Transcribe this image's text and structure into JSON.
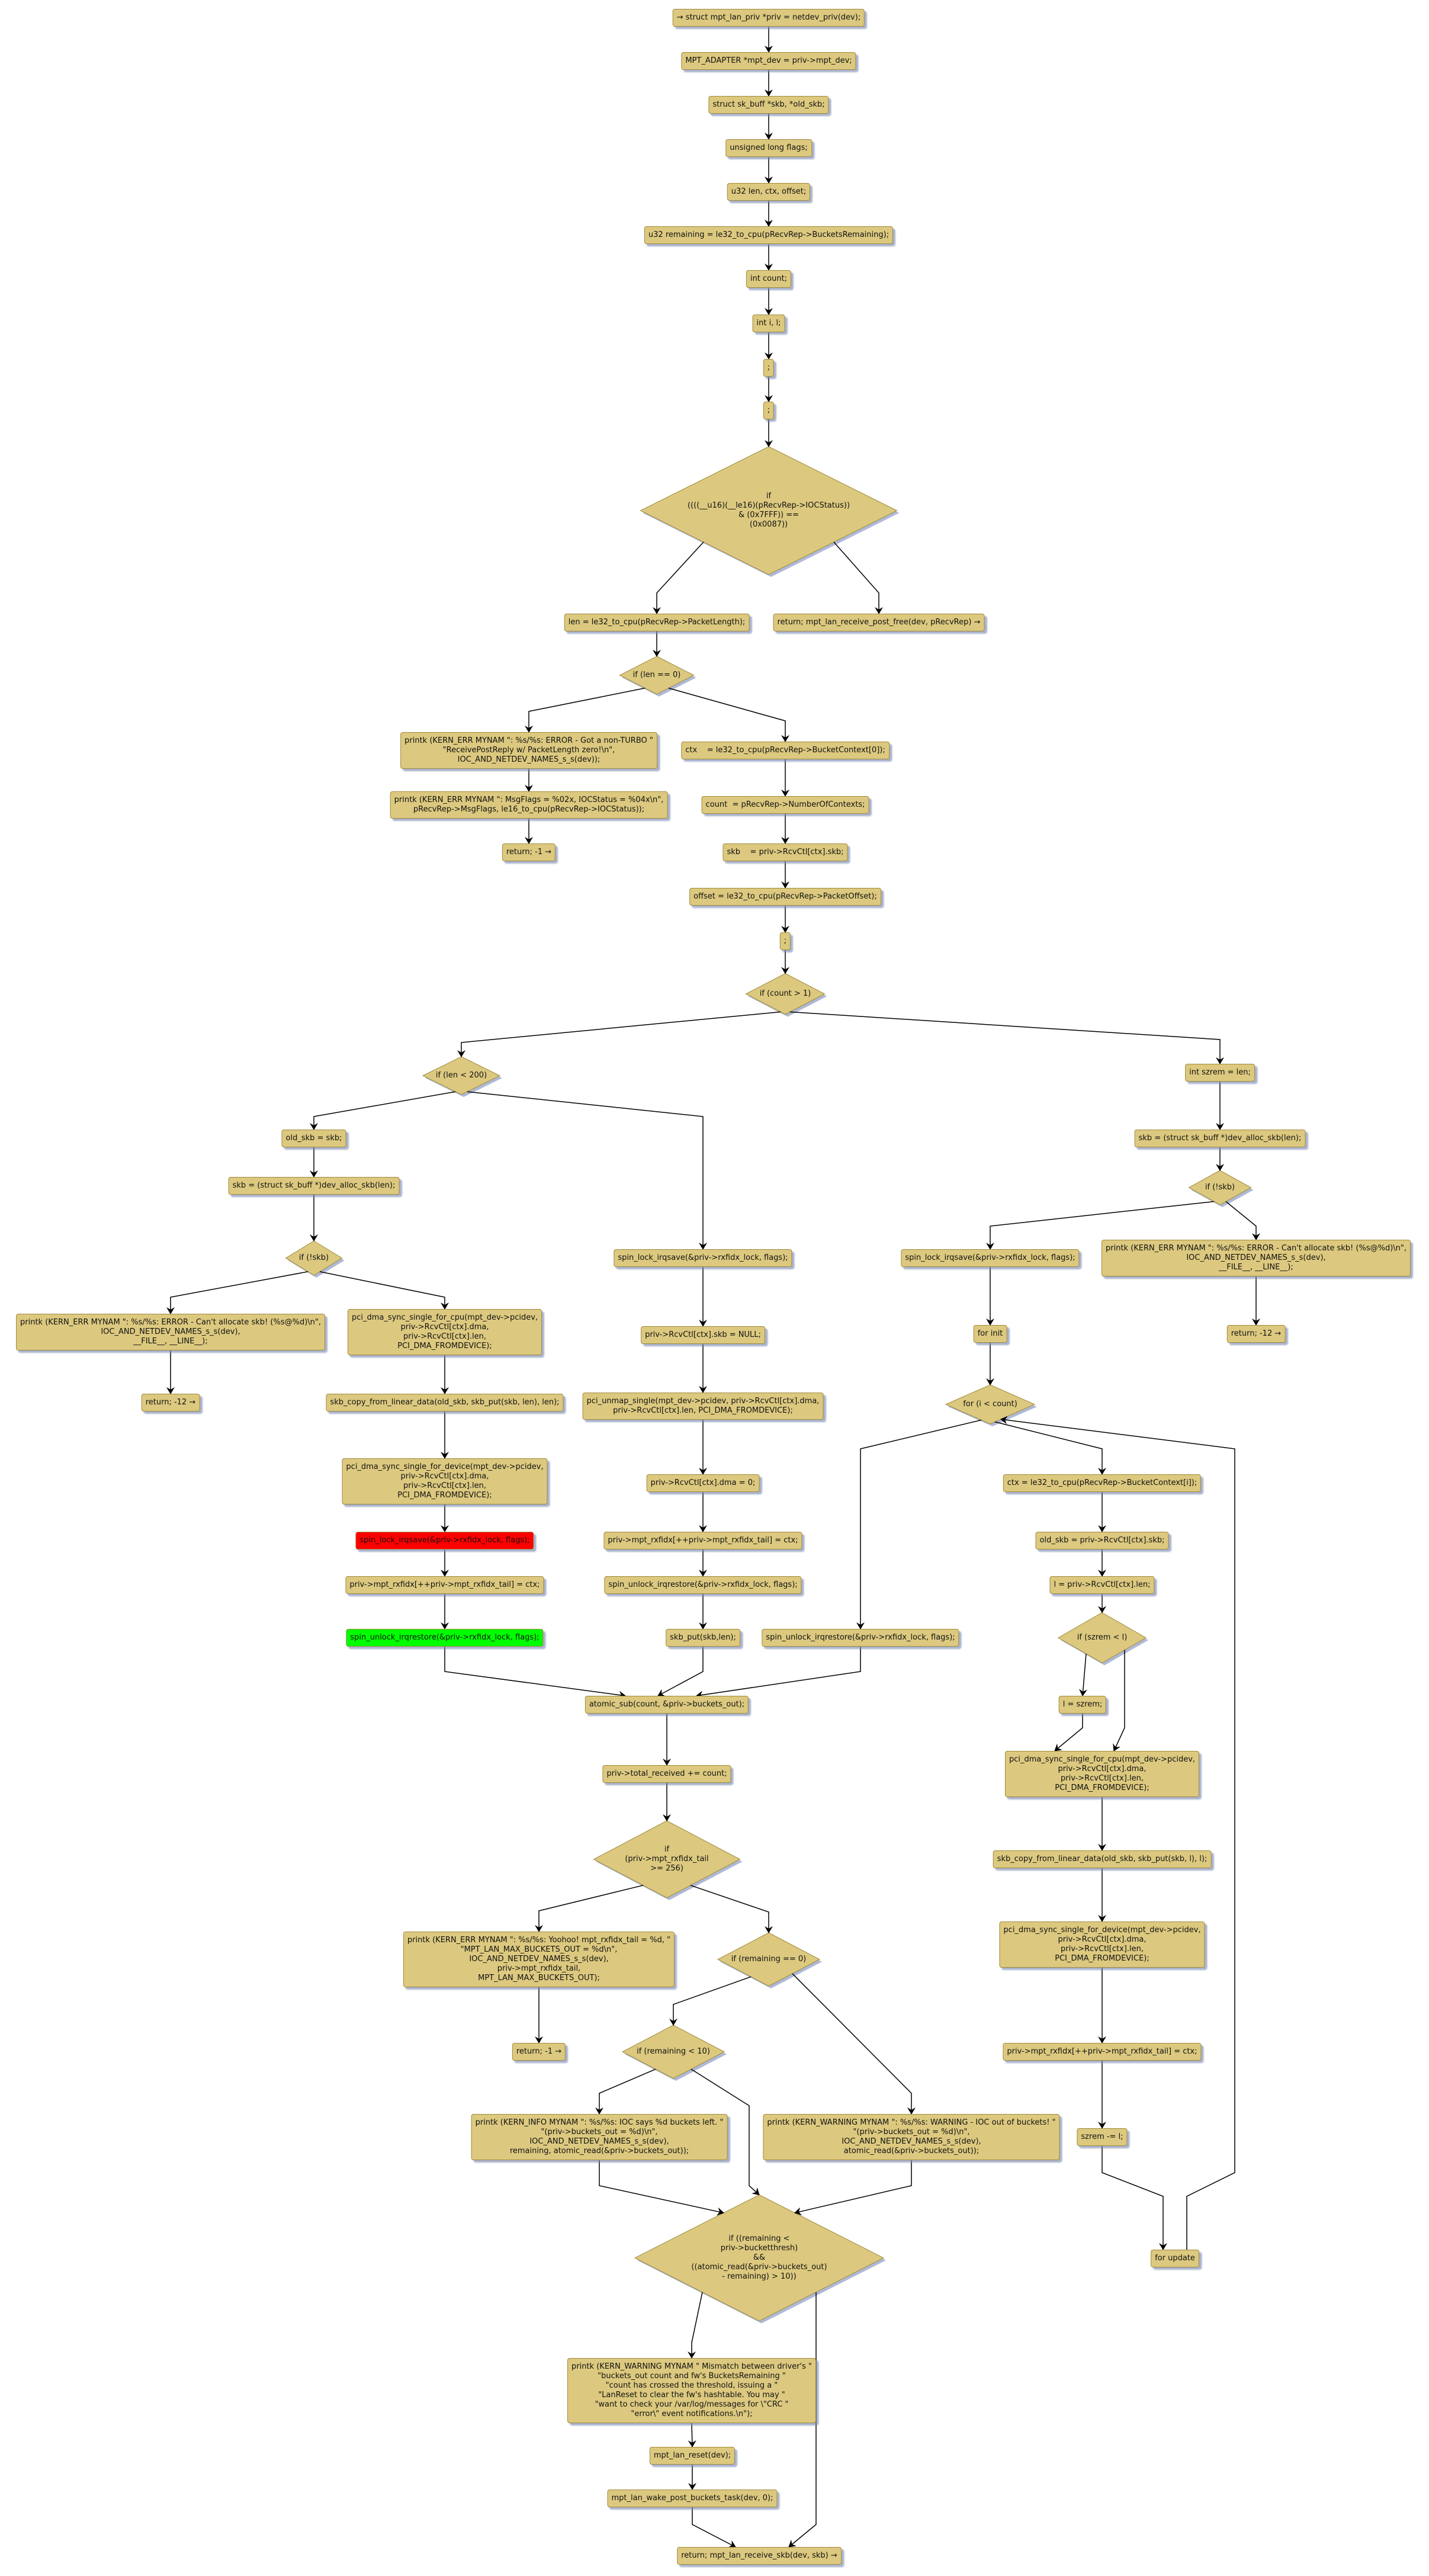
{
  "colors": {
    "node_fill": "#dcc97f",
    "node_border": "#a08a3c",
    "lock_highlight": "#ff0000",
    "unlock_highlight": "#00ff00",
    "shadow": "#7d8ab4"
  },
  "nodes": {
    "n1": "→ struct mpt_lan_priv *priv = netdev_priv(dev);",
    "n2": "MPT_ADAPTER *mpt_dev = priv->mpt_dev;",
    "n3": "struct sk_buff *skb, *old_skb;",
    "n4": "unsigned long flags;",
    "n5": "u32 len, ctx, offset;",
    "n6": "u32 remaining = le32_to_cpu(pRecvRep->BucketsRemaining);",
    "n7": "int count;",
    "n8": "int i, l;",
    "n9": ";",
    "n10": ";",
    "d1": "if\n((((__u16)(__le16)(pRecvRep->IOCStatus))\n& (0x7FFF)) ==\n(0x0087))",
    "n11": "len = le32_to_cpu(pRecvRep->PacketLength);",
    "n12": "return; mpt_lan_receive_post_free(dev, pRecvRep) →",
    "d2": "if (len == 0)",
    "n13": "printk (KERN_ERR MYNAM \": %s/%s: ERROR - Got a non-TURBO \"\n\"ReceivePostReply w/ PacketLength zero!\\n\",\nIOC_AND_NETDEV_NAMES_s_s(dev));",
    "n14": "printk (KERN_ERR MYNAM \": MsgFlags = %02x, IOCStatus = %04x\\n\",\npRecvRep->MsgFlags, le16_to_cpu(pRecvRep->IOCStatus));",
    "n15": "return; -1 →",
    "n16": "ctx    = le32_to_cpu(pRecvRep->BucketContext[0]);",
    "n17": "count  = pRecvRep->NumberOfContexts;",
    "n18": "skb    = priv->RcvCtl[ctx].skb;",
    "n19": "offset = le32_to_cpu(pRecvRep->PacketOffset);",
    "n20": ";",
    "d3": "if (count > 1)",
    "d4": "if (len < 200)",
    "n21": "old_skb = skb;",
    "n22": "skb = (struct sk_buff *)dev_alloc_skb(len);",
    "d5": "if (!skb)",
    "n23": "printk (KERN_ERR MYNAM \": %s/%s: ERROR - Can't allocate skb! (%s@%d)\\n\",\nIOC_AND_NETDEV_NAMES_s_s(dev),\n__FILE__, __LINE__);",
    "n24": "pci_dma_sync_single_for_cpu(mpt_dev->pcidev,\npriv->RcvCtl[ctx].dma,\npriv->RcvCtl[ctx].len,\nPCI_DMA_FROMDEVICE);",
    "n25": "return; -12 →",
    "n26": "skb_copy_from_linear_data(old_skb, skb_put(skb, len), len);",
    "n27": "pci_dma_sync_single_for_device(mpt_dev->pcidev,\npriv->RcvCtl[ctx].dma,\npriv->RcvCtl[ctx].len,\nPCI_DMA_FROMDEVICE);",
    "n28": "spin_lock_irqsave(&priv->rxfidx_lock, flags);",
    "n29": "priv->mpt_rxfidx[++priv->mpt_rxfidx_tail] = ctx;",
    "n30": "spin_unlock_irqrestore(&priv->rxfidx_lock, flags);",
    "n31": "spin_lock_irqsave(&priv->rxfidx_lock, flags);",
    "n32": "priv->RcvCtl[ctx].skb = NULL;",
    "n33": "pci_unmap_single(mpt_dev->pcidev, priv->RcvCtl[ctx].dma,\npriv->RcvCtl[ctx].len, PCI_DMA_FROMDEVICE);",
    "n34": "priv->RcvCtl[ctx].dma = 0;",
    "n35": "priv->mpt_rxfidx[++priv->mpt_rxfidx_tail] = ctx;",
    "n36": "spin_unlock_irqrestore(&priv->rxfidx_lock, flags);",
    "n37": "skb_put(skb,len);",
    "n38": "int szrem = len;",
    "n39": "skb = (struct sk_buff *)dev_alloc_skb(len);",
    "d6": "if (!skb)",
    "n40": "spin_lock_irqsave(&priv->rxfidx_lock, flags);",
    "n41": "printk (KERN_ERR MYNAM \": %s/%s: ERROR - Can't allocate skb! (%s@%d)\\n\",\nIOC_AND_NETDEV_NAMES_s_s(dev),\n__FILE__, __LINE__);",
    "n42": "for init",
    "n43": "return; -12 →",
    "d7": "for (i < count)",
    "n44": "ctx = le32_to_cpu(pRecvRep->BucketContext[i]);",
    "n45": "old_skb = priv->RcvCtl[ctx].skb;",
    "n46": "l = priv->RcvCtl[ctx].len;",
    "d8": "if (szrem < l)",
    "n47": "l = szrem;",
    "n48": "pci_dma_sync_single_for_cpu(mpt_dev->pcidev,\npriv->RcvCtl[ctx].dma,\npriv->RcvCtl[ctx].len,\nPCI_DMA_FROMDEVICE);",
    "n49": "skb_copy_from_linear_data(old_skb, skb_put(skb, l), l);",
    "n50": "pci_dma_sync_single_for_device(mpt_dev->pcidev,\npriv->RcvCtl[ctx].dma,\npriv->RcvCtl[ctx].len,\nPCI_DMA_FROMDEVICE);",
    "n51": "priv->mpt_rxfidx[++priv->mpt_rxfidx_tail] = ctx;",
    "n52": "szrem -= l;",
    "n53": "for update",
    "n54": "spin_unlock_irqrestore(&priv->rxfidx_lock, flags);",
    "n55": "atomic_sub(count, &priv->buckets_out);",
    "n56": "priv->total_received += count;",
    "d9": "if\n(priv->mpt_rxfidx_tail\n>= 256)",
    "n57": "printk (KERN_ERR MYNAM \": %s/%s: Yoohoo! mpt_rxfidx_tail = %d, \"\n\"MPT_LAN_MAX_BUCKETS_OUT = %d\\n\",\nIOC_AND_NETDEV_NAMES_s_s(dev),\npriv->mpt_rxfidx_tail,\nMPT_LAN_MAX_BUCKETS_OUT);",
    "d10": "if (remaining == 0)",
    "n58": "return; -1 →",
    "d11": "if (remaining < 10)",
    "n59": "printk (KERN_INFO MYNAM \": %s/%s: IOC says %d buckets left. \"\n\"(priv->buckets_out = %d)\\n\",\nIOC_AND_NETDEV_NAMES_s_s(dev),\nremaining, atomic_read(&priv->buckets_out));",
    "n60": "printk (KERN_WARNING MYNAM \": %s/%s: WARNING - IOC out of buckets! \"\n\"(priv->buckets_out = %d)\\n\",\nIOC_AND_NETDEV_NAMES_s_s(dev),\natomic_read(&priv->buckets_out));",
    "d12": "if ((remaining <\npriv->bucketthresh)\n&&\n((atomic_read(&priv->buckets_out)\n- remaining) > 10))",
    "n61": "printk (KERN_WARNING MYNAM \" Mismatch between driver's \"\n\"buckets_out count and fw's BucketsRemaining \"\n\"count has crossed the threshold, issuing a \"\n\"LanReset to clear the fw's hashtable. You may \"\n\"want to check your /var/log/messages for \\\"CRC \"\n\"error\\\" event notifications.\\n\");",
    "n62": "mpt_lan_reset(dev);",
    "n63": "mpt_lan_wake_post_buckets_task(dev, 0);",
    "n64": "return; mpt_lan_receive_skb(dev, skb) →"
  }
}
